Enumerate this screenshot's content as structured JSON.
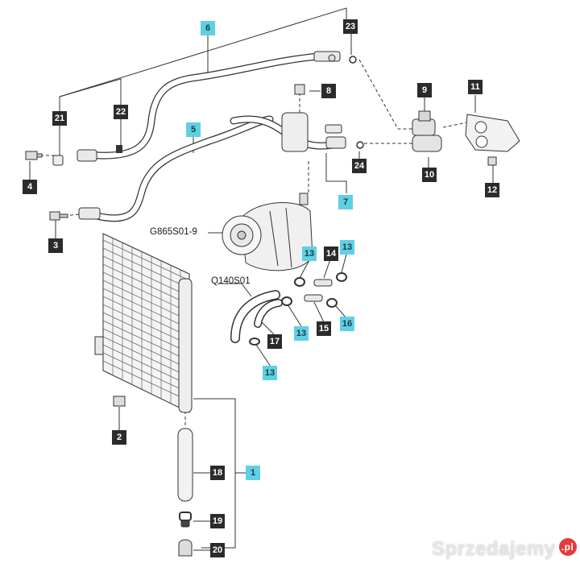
{
  "diagram": {
    "callouts": {
      "c1": "1",
      "c2": "2",
      "c3": "3",
      "c4": "4",
      "c5": "5",
      "c6": "6",
      "c7": "7",
      "c8": "8",
      "c9": "9",
      "c10": "10",
      "c11": "11",
      "c12": "12",
      "c13a": "13",
      "c13b": "13",
      "c13c": "13",
      "c13d": "13",
      "c14": "14",
      "c15": "15",
      "c16": "16",
      "c17": "17",
      "c18": "18",
      "c19": "19",
      "c20": "20",
      "c21": "21",
      "c22": "22",
      "c23": "23",
      "c24": "24"
    },
    "codes": {
      "compressor": "G865S01-9",
      "hose": "Q140S01"
    },
    "colors": {
      "dark_callout": "#2b2b2b",
      "cyan_callout": "#5fd0e3",
      "line": "#333333"
    }
  },
  "watermark": {
    "text": "Sprzedajemy",
    "badge": ".pl"
  }
}
